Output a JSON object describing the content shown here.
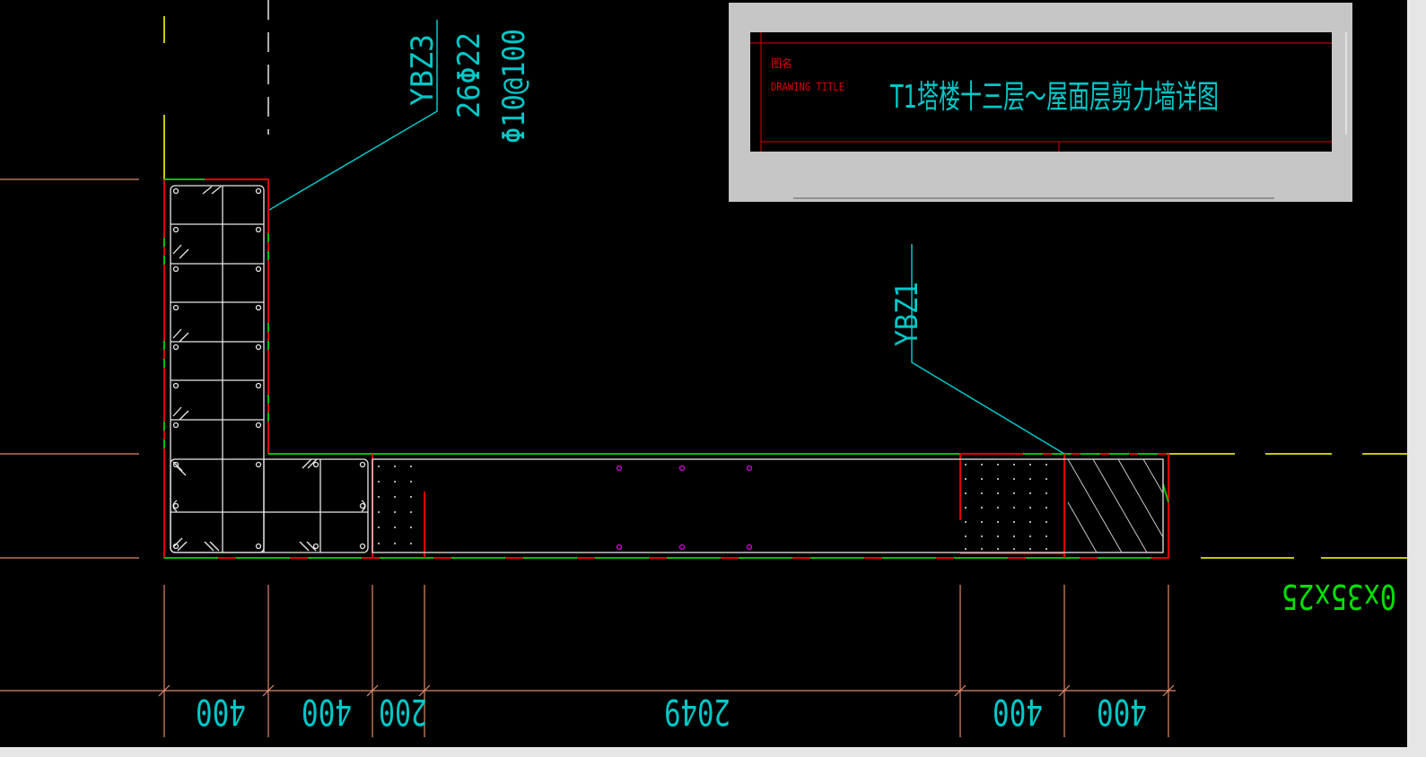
{
  "labels": {
    "ybz3": "YBZ3",
    "ybz3_rebar": "26Φ22",
    "ybz3_stirrup": "Φ10@100",
    "ybz1": "YBZ1",
    "scale_note": "0x35x25"
  },
  "dimensions": [
    "400",
    "400",
    "200",
    "2049",
    "400",
    "400"
  ],
  "title_block": {
    "name_label_cn": "图名",
    "name_label_en": "DRAWING TITLE",
    "title": "T1塔楼十三层～屋面层剪力墙详图"
  },
  "colors": {
    "background": "#000000",
    "cyan": "#00c8c8",
    "green": "#00c000",
    "red": "#e00000",
    "white": "#e8e8e8",
    "dimension": "#e08a6a",
    "yellow": "#c8c800",
    "magenta": "#e000e0",
    "scale_green": "#00e000"
  }
}
